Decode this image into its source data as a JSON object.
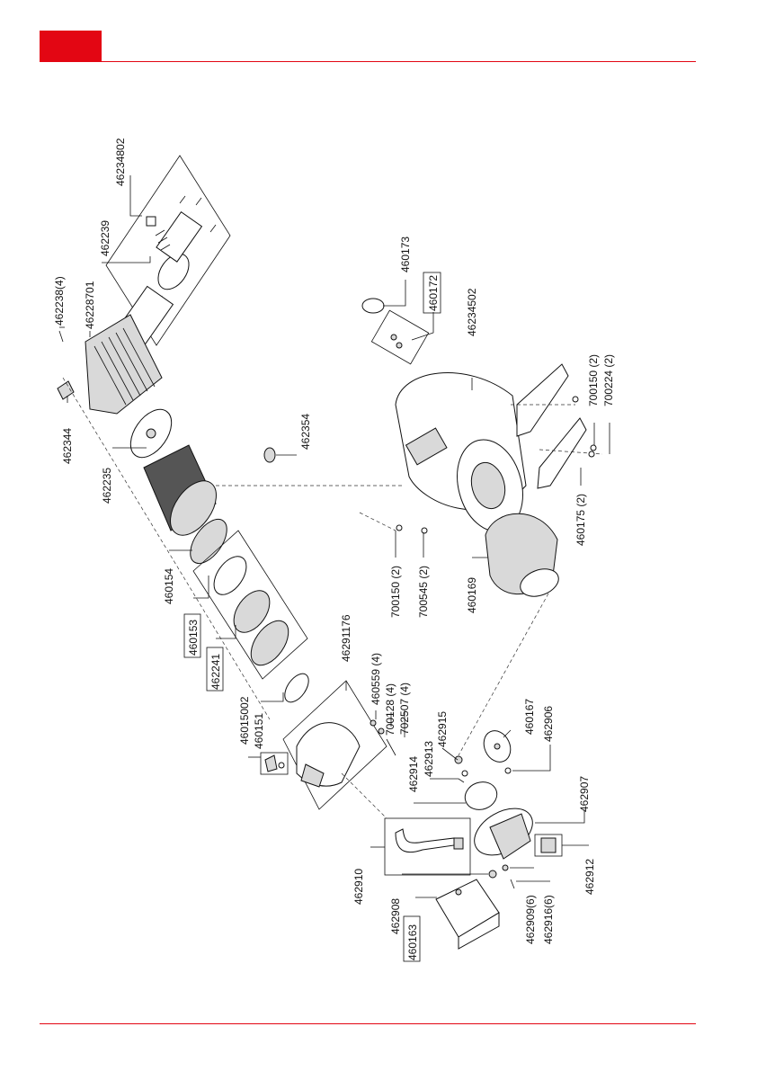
{
  "brand": {
    "accent": "#e30613"
  },
  "callouts": {
    "c462238": "462238(4)",
    "c46228701": "46228701",
    "c462239": "462239",
    "c46234802": "46234802",
    "c462344": "462344",
    "c462235": "462235",
    "c462354": "462354",
    "c460173": "460173",
    "c460172": "460172",
    "c46234502": "46234502",
    "c700150b": "700150 (2)",
    "c700224": "700224 (2)",
    "c460175": "460175 (2)",
    "c460154": "460154",
    "c460153": "460153",
    "c462241": "462241",
    "c700150a": "700150 (2)",
    "c700545": "700545 (2)",
    "c460169": "460169",
    "c46291176": "46291176",
    "c460559": "460559 (4)",
    "c700128": "700128 (4)",
    "c702507": "702507 (4)",
    "c46015002": "46015002",
    "c460151": "460151",
    "c462915": "462915",
    "c462913": "462913",
    "c462914": "462914",
    "c460167": "460167",
    "c462906": "462906",
    "c462907": "462907",
    "c462910": "462910",
    "c462912": "462912",
    "c462908": "462908",
    "c460163": "460163",
    "c462909": "462909(6)",
    "c462916": "462916(6)"
  }
}
